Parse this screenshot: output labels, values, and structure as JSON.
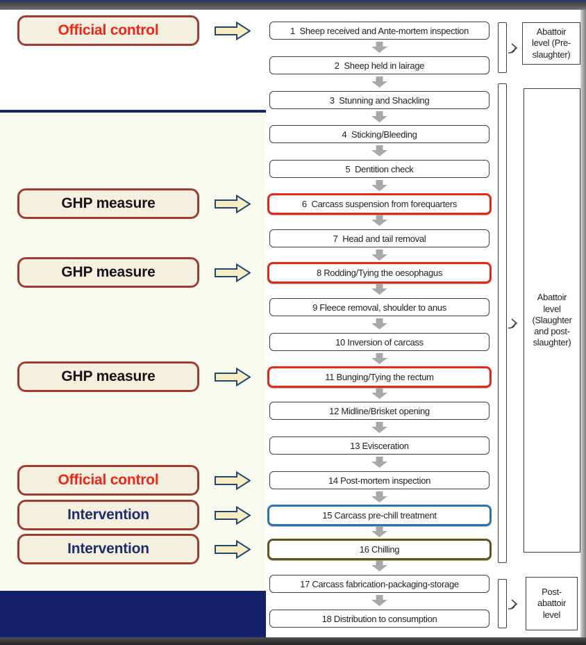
{
  "flow": {
    "steps": [
      {
        "label": "1  Sheep received and Ante-mortem inspection",
        "highlight": null
      },
      {
        "label": "2  Sheep held in lairage",
        "highlight": null
      },
      {
        "label": "3  Stunning and Shackling",
        "highlight": null
      },
      {
        "label": "4  Sticking/Bleeding",
        "highlight": null
      },
      {
        "label": "5  Dentition check",
        "highlight": null
      },
      {
        "label": "6  Carcass suspension from forequarters",
        "highlight": "red"
      },
      {
        "label": "7  Head and tail removal",
        "highlight": null
      },
      {
        "label": "8 Rodding/Tying the oesophagus",
        "highlight": "red"
      },
      {
        "label": "9 Fleece removal, shoulder to anus",
        "highlight": null
      },
      {
        "label": "10 Inversion of carcass",
        "highlight": null
      },
      {
        "label": "11 Bunging/Tying the rectum",
        "highlight": "red"
      },
      {
        "label": "12 Midline/Brisket opening",
        "highlight": null
      },
      {
        "label": "13 Evisceration",
        "highlight": null
      },
      {
        "label": "14 Post-mortem inspection",
        "highlight": null
      },
      {
        "label": "15 Carcass pre-chill treatment",
        "highlight": "blue"
      },
      {
        "label": "16 Chilling",
        "highlight": "olive"
      },
      {
        "label": "17 Carcass fabrication-packaging-storage",
        "highlight": null
      },
      {
        "label": "18 Distribution to consumption",
        "highlight": null
      }
    ]
  },
  "left_annotations": [
    {
      "label": "Official control",
      "color": "red",
      "step": 1
    },
    {
      "label": "GHP measure",
      "color": "black",
      "step": 6
    },
    {
      "label": "GHP measure",
      "color": "black",
      "step": 8
    },
    {
      "label": "GHP measure",
      "color": "black",
      "step": 11
    },
    {
      "label": "Official control",
      "color": "red",
      "step": 14
    },
    {
      "label": "Intervention",
      "color": "navy",
      "step": 15
    },
    {
      "label": "Intervention",
      "color": "navy",
      "step": 16
    }
  ],
  "right_levels": [
    {
      "label": "Abattoir\nlevel (Pre-\nslaughter)"
    },
    {
      "label": "Abattoir\nlevel\n(Slaughter\nand post-\nslaughter)"
    },
    {
      "label": "Post-\nabattoir\nlevel"
    }
  ],
  "colors": {
    "highlight_red": "#e52818",
    "highlight_blue": "#2e74b5",
    "highlight_olive": "#63531d",
    "connector_gray": "#a8a8a8",
    "yellow_arrow_fill": "#f9ecc1",
    "yellow_arrow_border": "#20476e",
    "annotation_border": "#9e3c33",
    "navy": "#16216b",
    "cream": "#fafaef"
  }
}
